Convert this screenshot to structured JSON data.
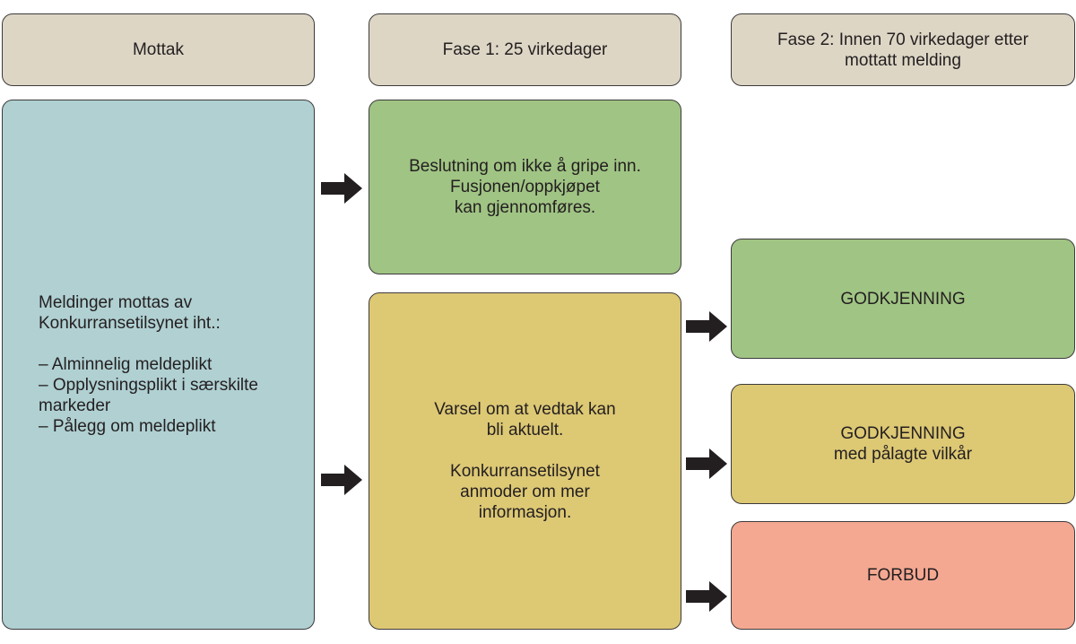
{
  "headers": {
    "mottak": "Mottak",
    "fase1": "Fase 1: 25 virkedager",
    "fase2": "Fase 2: Innen 70 virkedager etter\nmottatt melding"
  },
  "boxes": {
    "meldinger": "Meldinger mottas av\nKonkurransetilsynet iht.:\n\n–  Alminnelig meldeplikt\n–  Opplysningsplikt i særskilte\n    markeder\n–  Pålegg om meldeplikt",
    "beslutning": "Beslutning om ikke å gripe inn.\nFusjonen/oppkjøpet\nkan gjennomføres.",
    "varsel": "Varsel om at vedtak kan\nbli aktuelt.\n\nKonkurransetilsynet\nanmoder om mer\ninformasjon.",
    "godkjenning": "GODKJENNING",
    "godkjenning_vilkar": "GODKJENNING\nmed pålagte vilkår",
    "forbud": "FORBUD"
  },
  "colors": {
    "header": "#ddd6c5",
    "blue": "#b0d0d2",
    "green": "#a0c484",
    "yellow": "#ddc874",
    "red": "#f4a892",
    "arrow": "#231f20"
  }
}
